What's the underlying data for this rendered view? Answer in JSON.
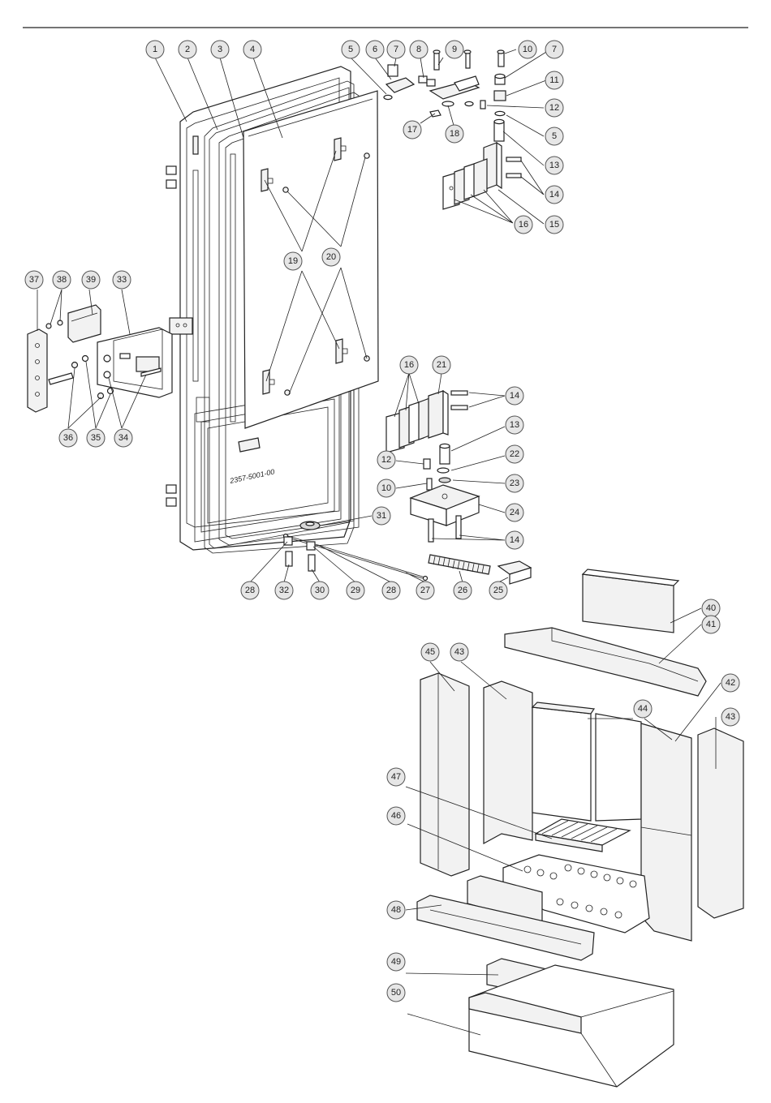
{
  "door_marking": "2357-5001-00",
  "callouts": [
    {
      "id": "c1",
      "label": "1"
    },
    {
      "id": "c2",
      "label": "2"
    },
    {
      "id": "c3",
      "label": "3"
    },
    {
      "id": "c4",
      "label": "4"
    },
    {
      "id": "c5a",
      "label": "5"
    },
    {
      "id": "c6",
      "label": "6"
    },
    {
      "id": "c7a",
      "label": "7"
    },
    {
      "id": "c8",
      "label": "8"
    },
    {
      "id": "c9",
      "label": "9"
    },
    {
      "id": "c10a",
      "label": "10"
    },
    {
      "id": "c7b",
      "label": "7"
    },
    {
      "id": "c11",
      "label": "11"
    },
    {
      "id": "c12a",
      "label": "12"
    },
    {
      "id": "c5b",
      "label": "5"
    },
    {
      "id": "c17",
      "label": "17"
    },
    {
      "id": "c18",
      "label": "18"
    },
    {
      "id": "c13a",
      "label": "13"
    },
    {
      "id": "c14a",
      "label": "14"
    },
    {
      "id": "c16a",
      "label": "16"
    },
    {
      "id": "c15",
      "label": "15"
    },
    {
      "id": "c19",
      "label": "19"
    },
    {
      "id": "c20",
      "label": "20"
    },
    {
      "id": "c37",
      "label": "37"
    },
    {
      "id": "c38a",
      "label": "38"
    },
    {
      "id": "c39",
      "label": "39"
    },
    {
      "id": "c33",
      "label": "33"
    },
    {
      "id": "c36",
      "label": "36"
    },
    {
      "id": "c35",
      "label": "35"
    },
    {
      "id": "c34",
      "label": "34"
    },
    {
      "id": "c16b",
      "label": "16"
    },
    {
      "id": "c21",
      "label": "21"
    },
    {
      "id": "c14b",
      "label": "14"
    },
    {
      "id": "c13b",
      "label": "13"
    },
    {
      "id": "c12b",
      "label": "12"
    },
    {
      "id": "c22",
      "label": "22"
    },
    {
      "id": "c10b",
      "label": "10"
    },
    {
      "id": "c23",
      "label": "23"
    },
    {
      "id": "c24",
      "label": "24"
    },
    {
      "id": "c31",
      "label": "31"
    },
    {
      "id": "c14c",
      "label": "14"
    },
    {
      "id": "c28a",
      "label": "28"
    },
    {
      "id": "c32",
      "label": "32"
    },
    {
      "id": "c30",
      "label": "30"
    },
    {
      "id": "c29",
      "label": "29"
    },
    {
      "id": "c28b",
      "label": "28"
    },
    {
      "id": "c27",
      "label": "27"
    },
    {
      "id": "c26",
      "label": "26"
    },
    {
      "id": "c25",
      "label": "25"
    },
    {
      "id": "c40",
      "label": "40"
    },
    {
      "id": "c41",
      "label": "41"
    },
    {
      "id": "c45",
      "label": "45"
    },
    {
      "id": "c43a",
      "label": "43"
    },
    {
      "id": "c42",
      "label": "42"
    },
    {
      "id": "c44",
      "label": "44"
    },
    {
      "id": "c43b",
      "label": "43"
    },
    {
      "id": "c47",
      "label": "47"
    },
    {
      "id": "c46",
      "label": "46"
    },
    {
      "id": "c48",
      "label": "48"
    },
    {
      "id": "c49",
      "label": "49"
    },
    {
      "id": "c50",
      "label": "50"
    }
  ]
}
